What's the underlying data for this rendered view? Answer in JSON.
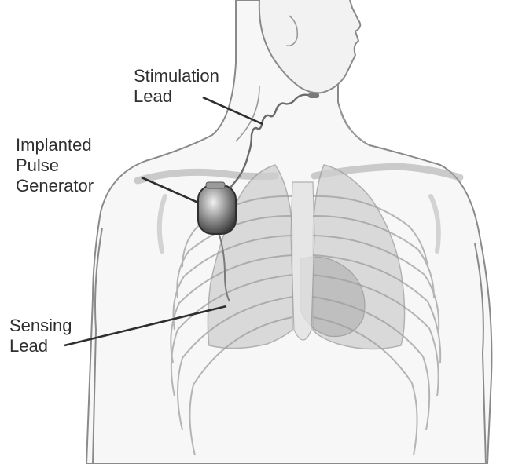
{
  "labels": {
    "stimulation_lead": [
      "Stimulation",
      "Lead"
    ],
    "pulse_generator": [
      "Implanted",
      "Pulse",
      "Generator"
    ],
    "sensing_lead": [
      "Sensing",
      "Lead"
    ]
  },
  "colors": {
    "outline": "#8a8a8a",
    "body_fill": "#f7f7f7",
    "lung_fill": "#cfcfcf",
    "rib": "#9e9e9e",
    "device": "#4a4a4a",
    "leader": "#2e2e2e",
    "text": "#2f2f2f"
  }
}
